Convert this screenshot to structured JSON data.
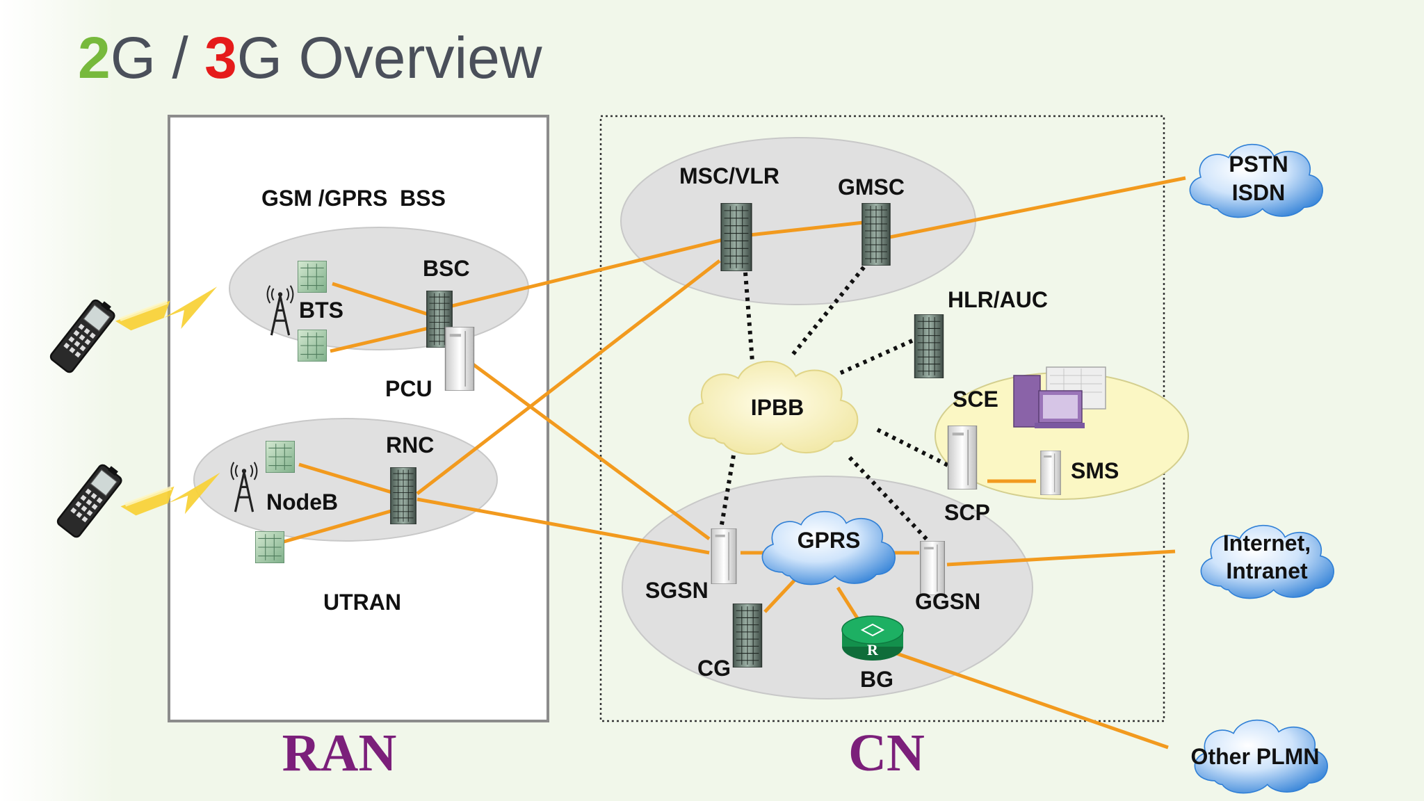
{
  "title": {
    "part1_num": "2",
    "part1_rest": "G / ",
    "part2_num": "3",
    "part2_rest": "G Overview"
  },
  "colors": {
    "two_g": "#77b93c",
    "three_g": "#e51b1b",
    "link": "#f29a1e",
    "region_label": "#7b1f7a",
    "cloud": "#2f7fd6",
    "ipbb": "#f6efb0"
  },
  "regions": {
    "ran": "RAN",
    "cn": "CN"
  },
  "ran": {
    "bss_title": "GSM /GPRS  BSS",
    "bts": "BTS",
    "bsc": "BSC",
    "pcu": "PCU",
    "rnc": "RNC",
    "nodeb": "NodeB",
    "utran": "UTRAN"
  },
  "cn": {
    "msc_vlr": "MSC/VLR",
    "gmsc": "GMSC",
    "hlr_auc": "HLR/AUC",
    "ipbb": "IPBB",
    "sce": "SCE",
    "sms": "SMS",
    "scp": "SCP",
    "gprs": "GPRS",
    "sgsn": "SGSN",
    "ggsn": "GGSN",
    "cg": "CG",
    "bg": "BG",
    "router_letter": "R"
  },
  "external": {
    "pstn_line1": "PSTN",
    "pstn_line2": "ISDN",
    "internet_line1": "Internet,",
    "internet_line2": "Intranet",
    "other_plmn": "Other PLMN"
  },
  "icons": [
    "mobile-phone-icon",
    "lightning-icon",
    "antenna-tower-icon",
    "server-rack-icon",
    "router-icon",
    "computer-icon",
    "cloud-icon"
  ]
}
